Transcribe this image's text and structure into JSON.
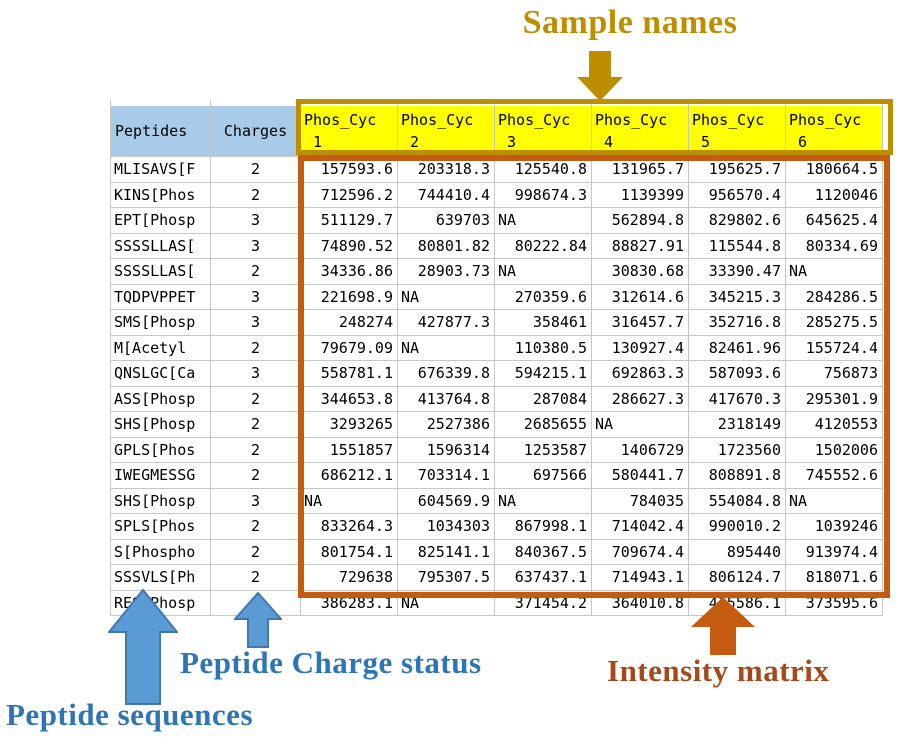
{
  "annotations": {
    "sample_names": "Sample names",
    "peptide_sequences": "Peptide sequences",
    "peptide_charge_status": "Peptide Charge status",
    "intensity_matrix": "Intensity matrix"
  },
  "colors": {
    "header_blue": "#a8cbea",
    "sample_band_yellow": "#ffff00",
    "sample_band_border": "#bd8f00",
    "sample_label_text": "#bd8f00",
    "matrix_border": "#c55a11",
    "intensity_label_text": "#a5491b",
    "blue_label_text": "#2e75b6",
    "blue_arrow_fill": "#5b9bd5",
    "blue_arrow_border": "#4178ae",
    "orange_arrow_fill": "#c55a11",
    "gridline": "#c6c6c6"
  },
  "table": {
    "peptides_header": "Peptides",
    "charges_header": "Charges",
    "sample_columns": [
      {
        "line1": "Phos_Cyc",
        "line2": "_1"
      },
      {
        "line1": "Phos_Cyc",
        "line2": "_2"
      },
      {
        "line1": "Phos_Cyc",
        "line2": "_3"
      },
      {
        "line1": "Phos_Cyc",
        "line2": "_4"
      },
      {
        "line1": "Phos_Cyc",
        "line2": "_5"
      },
      {
        "line1": "Phos_Cyc",
        "line2": "_6"
      }
    ],
    "rows": [
      {
        "peptide": "MLISAVS[F",
        "charge": "2",
        "values": [
          "157593.6",
          "203318.3",
          "125540.8",
          "131965.7",
          "195625.7",
          "180664.5"
        ]
      },
      {
        "peptide": "KINS[Phos",
        "charge": "2",
        "values": [
          "712596.2",
          "744410.4",
          "998674.3",
          "1139399",
          "956570.4",
          "1120046"
        ]
      },
      {
        "peptide": "EPT[Phosp",
        "charge": "3",
        "values": [
          "511129.7",
          "639703",
          "NA",
          "562894.8",
          "829802.6",
          "645625.4"
        ]
      },
      {
        "peptide": "SSSSLLAS[",
        "charge": "3",
        "values": [
          "74890.52",
          "80801.82",
          "80222.84",
          "88827.91",
          "115544.8",
          "80334.69"
        ]
      },
      {
        "peptide": "SSSSLLAS[",
        "charge": "2",
        "values": [
          "34336.86",
          "28903.73",
          "NA",
          "30830.68",
          "33390.47",
          "NA"
        ]
      },
      {
        "peptide": "TQDPVPPET",
        "charge": "3",
        "values": [
          "221698.9",
          "NA",
          "270359.6",
          "312614.6",
          "345215.3",
          "284286.5"
        ]
      },
      {
        "peptide": "SMS[Phosp",
        "charge": "3",
        "values": [
          "248274",
          "427877.3",
          "358461",
          "316457.7",
          "352716.8",
          "285275.5"
        ]
      },
      {
        "peptide": "M[Acetyl",
        "charge": "2",
        "values": [
          "79679.09",
          "NA",
          "110380.5",
          "130927.4",
          "82461.96",
          "155724.4"
        ]
      },
      {
        "peptide": "QNSLGC[Ca",
        "charge": "3",
        "values": [
          "558781.1",
          "676339.8",
          "594215.1",
          "692863.3",
          "587093.6",
          "756873"
        ]
      },
      {
        "peptide": "ASS[Phosp",
        "charge": "2",
        "values": [
          "344653.8",
          "413764.8",
          "287084",
          "286627.3",
          "417670.3",
          "295301.9"
        ]
      },
      {
        "peptide": "SHS[Phosp",
        "charge": "2",
        "values": [
          "3293265",
          "2527386",
          "2685655",
          "NA",
          "2318149",
          "4120553"
        ]
      },
      {
        "peptide": "GPLS[Phos",
        "charge": "2",
        "values": [
          "1551857",
          "1596314",
          "1253587",
          "1406729",
          "1723560",
          "1502006"
        ]
      },
      {
        "peptide": "IWEGMESSG",
        "charge": "2",
        "values": [
          "686212.1",
          "703314.1",
          "697566",
          "580441.7",
          "808891.8",
          "745552.6"
        ]
      },
      {
        "peptide": "SHS[Phosp",
        "charge": "3",
        "values": [
          "NA",
          "604569.9",
          "NA",
          "784035",
          "554084.8",
          "NA"
        ]
      },
      {
        "peptide": "SPLS[Phos",
        "charge": "2",
        "values": [
          "833264.3",
          "1034303",
          "867998.1",
          "714042.4",
          "990010.2",
          "1039246"
        ]
      },
      {
        "peptide": "S[Phospho",
        "charge": "2",
        "values": [
          "801754.1",
          "825141.1",
          "840367.5",
          "709674.4",
          "895440",
          "913974.4"
        ]
      },
      {
        "peptide": "SSSVLS[Ph",
        "charge": "2",
        "values": [
          "729638",
          "795307.5",
          "637437.1",
          "714943.1",
          "806124.7",
          "818071.6"
        ]
      },
      {
        "peptide": "RES[Phosp",
        "charge": "2",
        "values": [
          "386283.1",
          "NA",
          "371454.2",
          "364010.8",
          "415586.1",
          "373595.6"
        ]
      }
    ]
  }
}
